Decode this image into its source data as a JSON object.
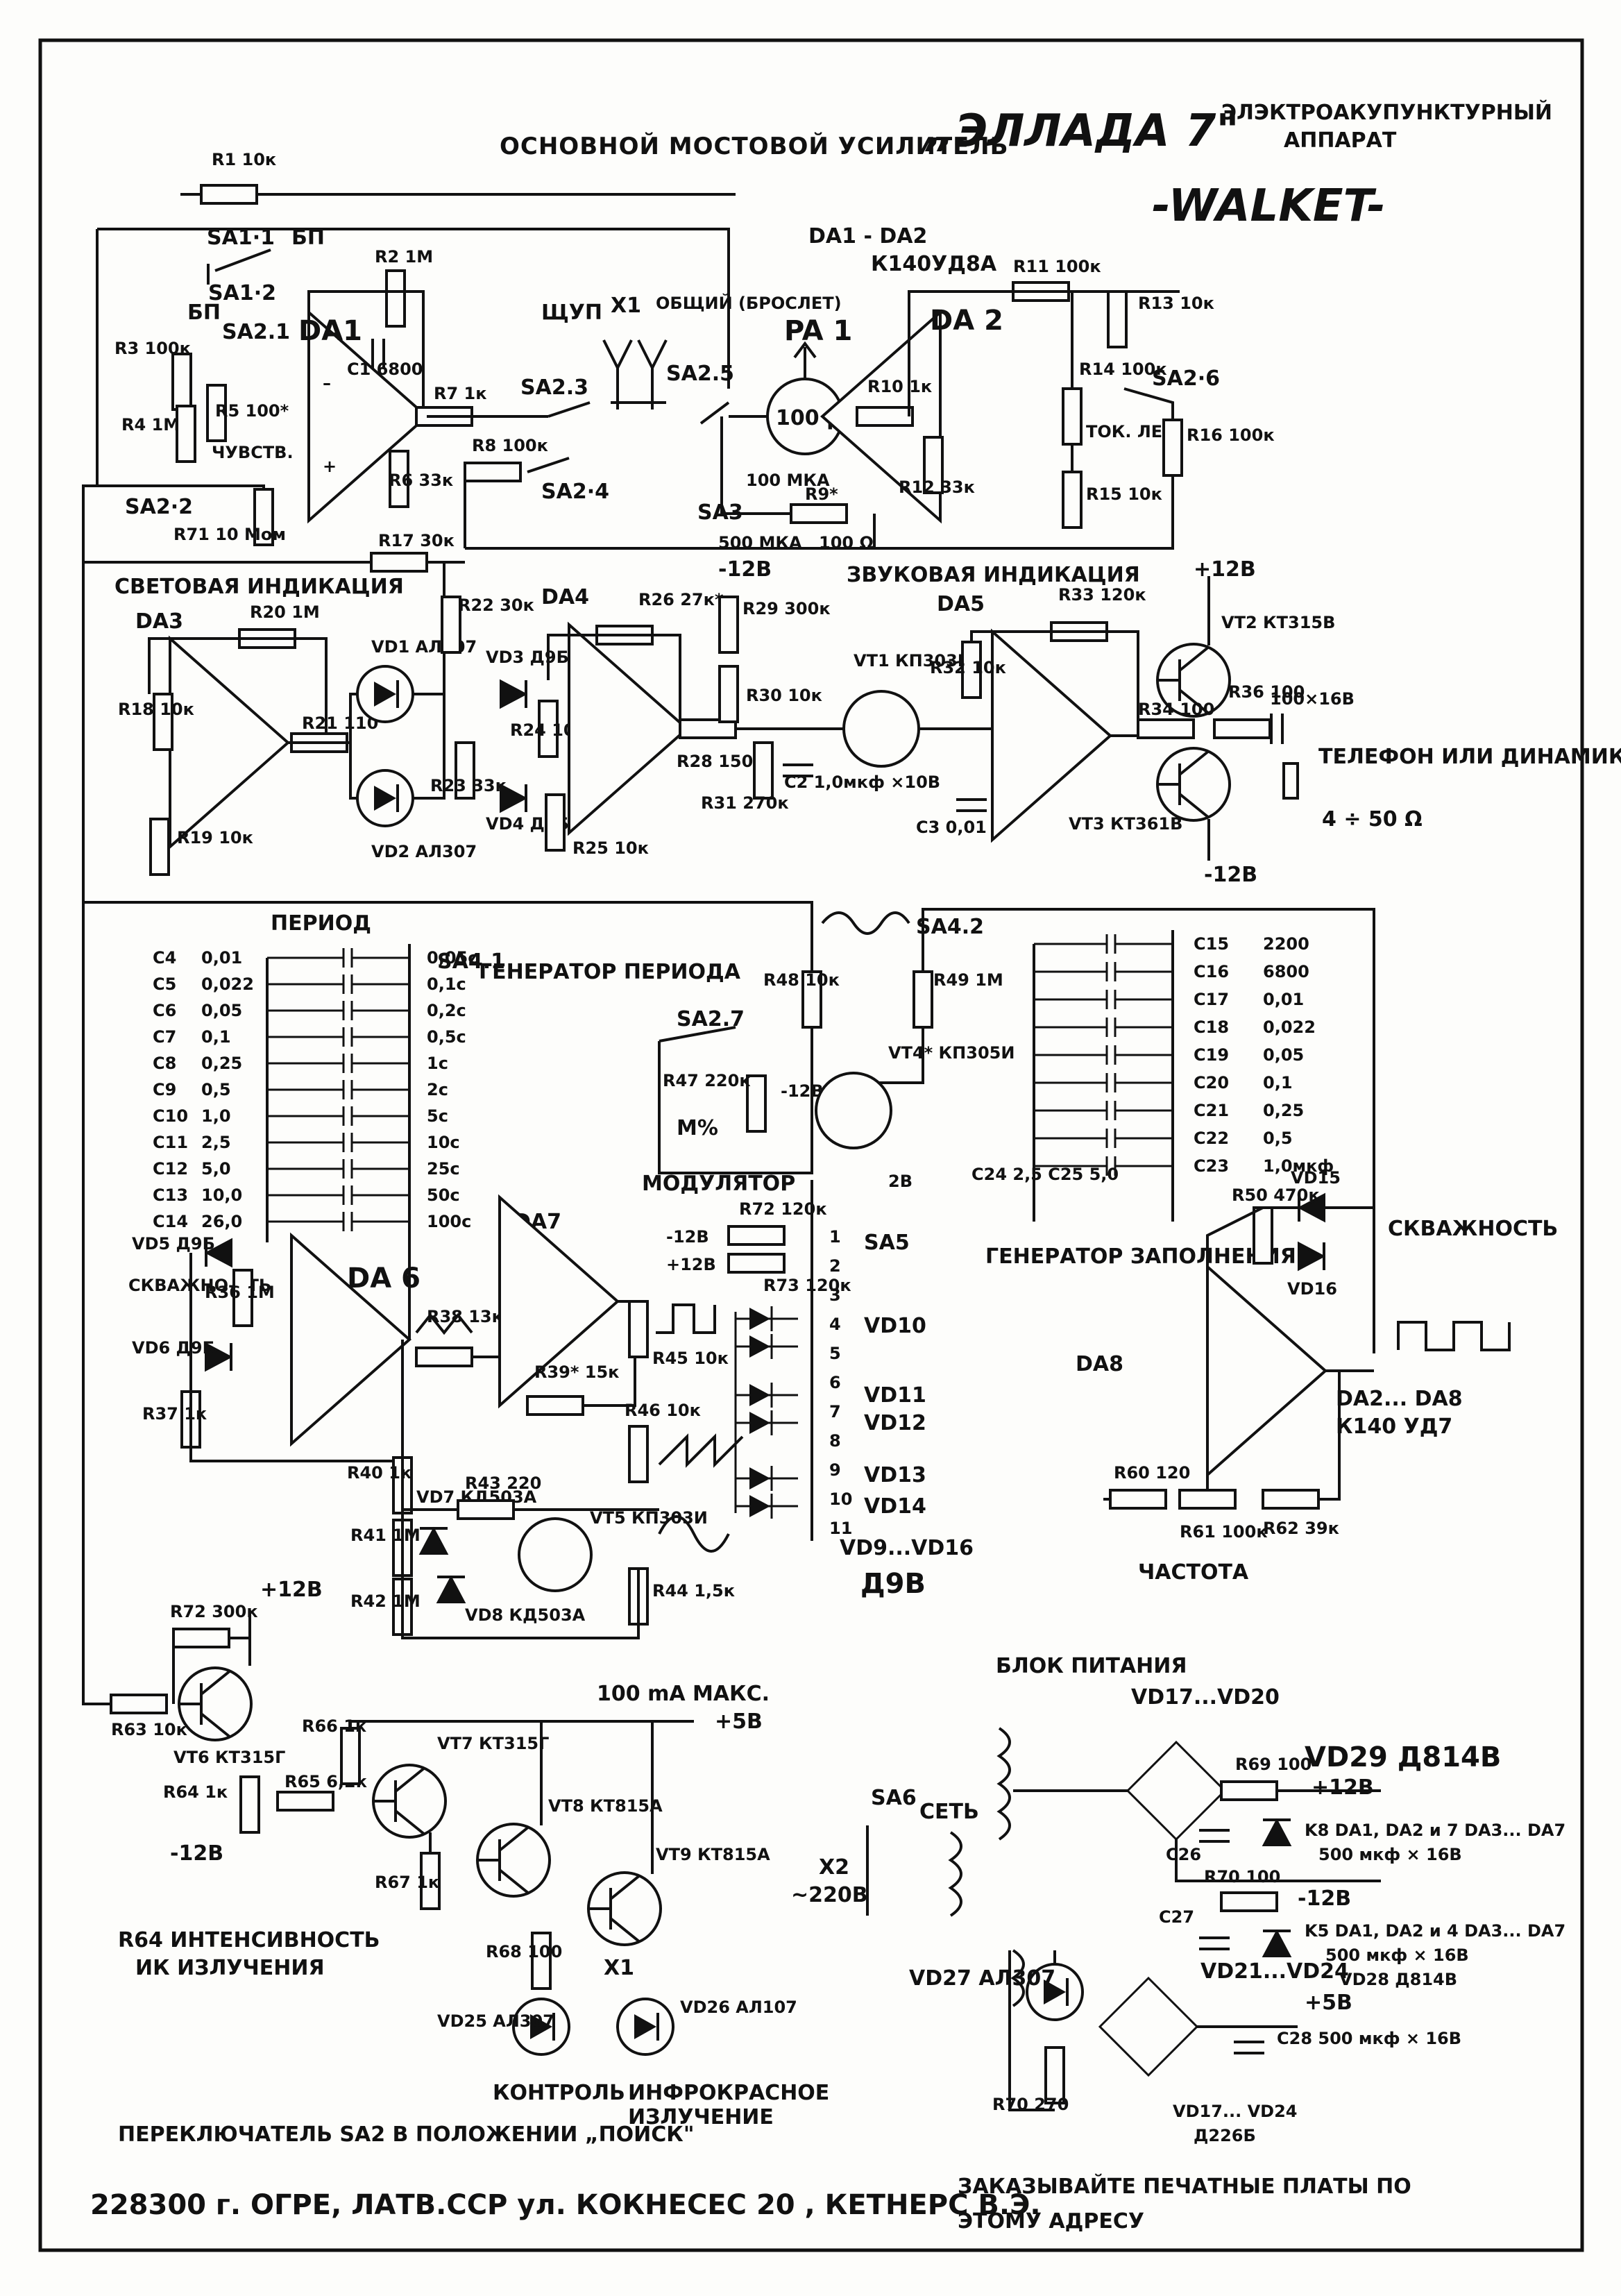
{
  "title": {
    "main": "„ЭЛЛАДА 7\"",
    "subtitle_line1": "ЭЛЭКТРОАКУПУНКТУРНЫЙ",
    "subtitle_line2": "АППАРАТ",
    "brand": "-WALKET-",
    "bridge_amp": "ОСНОВНОЙ МОСТОВОЙ УСИЛИТЕЛЬ"
  },
  "sections": {
    "light": "СВЕТОВАЯ ИНДИКАЦИЯ",
    "sound": "ЗВУКОВАЯ ИНДИКАЦИЯ",
    "period": "ПЕРИОД",
    "period_gen": "ГЕНЕРАТОР ПЕРИОДА",
    "modulator": "МОДУЛЯТОР",
    "fill_gen": "ГЕНЕРАТОР ЗАПОЛНЕНИЯ",
    "duty": "СКВАЖНОСТЬ",
    "duty2": "СКВАЖНО-СТЬ",
    "freq": "ЧАСТОТА",
    "psu": "БЛОК ПИТАНИЯ",
    "phone": "ТЕЛЕФОН ИЛИ ДИНАМИК",
    "phone_ohm": "4 ÷ 50 Ω",
    "ir_intensity1": "R64 ИНТЕНСИВНОСТЬ",
    "ir_intensity2": "ИК ИЗЛУЧЕНИЯ",
    "control": "КОНТРОЛЬ",
    "ir1": "ИНФРОКРАСНОЕ",
    "ir2": "ИЗЛУЧЕНИЕ",
    "max_current": "100 mA МАКС.",
    "sens": "ЧУВСТВ.",
    "tok": "ТОК. ЛЕЧ.",
    "probe": "ЩУП",
    "common": "ОБЩИЙ (БРОСЛЕТ)",
    "net": "СЕТЬ",
    "mpct": "M%"
  },
  "chips": {
    "da1": "DA1",
    "da2": "DA 2",
    "da3": "DA3",
    "da4": "DA4",
    "da5": "DA5",
    "da6": "DA 6",
    "da7": "DA7",
    "da8": "DA8",
    "da12_type_a": "DA1 - DA2",
    "da12_type_b": "К140УД8А",
    "da28_type_a": "DA2... DA8",
    "da28_type_b": "К140 УД7"
  },
  "meter": {
    "name": "PA 1",
    "value": "100 µA"
  },
  "resistors": {
    "R1": "R1 10к",
    "R2": "R2 1М",
    "R3": "R3 100к",
    "R4": "R4 1М",
    "R5": "R5 100*",
    "R6": "R6 33к",
    "R7": "R7 1к",
    "R8": "R8 100к",
    "R9": "R9*",
    "R10": "R10 1к",
    "R11": "R11 100к",
    "R12": "R12 33к",
    "R13": "R13 10к",
    "R14": "R14 100к",
    "R15": "R15 10к",
    "R16": "R16 100к",
    "R17": "R17 30к",
    "R18": "R18 10к",
    "R19": "R19 10к",
    "R20": "R20 1М",
    "R21": "R21 110",
    "R22": "R22 30к",
    "R23": "R23 33к",
    "R24": "R24 10к",
    "R25": "R25 10к",
    "R26": "R26 27к*",
    "R28": "R28 150к",
    "R29": "R29 300к",
    "R30": "R30 10к",
    "R31": "R31 270к",
    "R32": "R32 10к",
    "R33": "R33 120к",
    "R34": "R34 100",
    "R36": "R36 100",
    "R36b": "R36 1М",
    "R37": "R37 1к",
    "R38": "R38 13к",
    "R39": "R39* 15к",
    "R40": "R40 1к",
    "R41": "R41 1М",
    "R42": "R42 1М",
    "R43": "R43 220",
    "R44": "R44 1,5к",
    "R45": "R45 10к",
    "R46": "R46 10к",
    "R47": "R47 220к",
    "R48": "R48 10к",
    "R49": "R49 1М",
    "R50": "R50 470к",
    "R60": "R60 120",
    "R61": "R61 100к",
    "R62": "R62 39к",
    "R63": "R63 10к",
    "R64": "R64 1к",
    "R65": "R65 6,2к",
    "R66": "R66 1к",
    "R67": "R67 1к",
    "R68": "R68 100",
    "R69": "R69 100",
    "R70": "R70 100",
    "R70b": "R70 270",
    "R71": "R71 10 Мом",
    "R72a": "R72 120к",
    "R73": "R73 120к",
    "R72b": "R72 300к"
  },
  "caps": {
    "C1": "C1 6800",
    "C2": "C2 1,0мкф ×10В",
    "C3": "C3 0,01",
    "C26": "C26",
    "C27": "C27",
    "C28": "C28 500 мкф × 16В",
    "out_cap": "100×16В"
  },
  "period_caps": [
    {
      "name": "C4",
      "val": "0,01",
      "time": "0,05с"
    },
    {
      "name": "C5",
      "val": "0,022",
      "time": "0,1с"
    },
    {
      "name": "C6",
      "val": "0,05",
      "time": "0,2с"
    },
    {
      "name": "C7",
      "val": "0,1",
      "time": "0,5с"
    },
    {
      "name": "C8",
      "val": "0,25",
      "time": "1с"
    },
    {
      "name": "C9",
      "val": "0,5",
      "time": "2с"
    },
    {
      "name": "C10",
      "val": "1,0",
      "time": "5с"
    },
    {
      "name": "C11",
      "val": "2,5",
      "time": "10с"
    },
    {
      "name": "C12",
      "val": "5,0",
      "time": "25с"
    },
    {
      "name": "C13",
      "val": "10,0",
      "time": "50с"
    },
    {
      "name": "C14",
      "val": "26,0",
      "time": "100с"
    }
  ],
  "fill_caps": [
    {
      "name": "C15",
      "val": "2200"
    },
    {
      "name": "C16",
      "val": "6800"
    },
    {
      "name": "C17",
      "val": "0,01"
    },
    {
      "name": "C18",
      "val": "0,022"
    },
    {
      "name": "C19",
      "val": "0,05"
    },
    {
      "name": "C20",
      "val": "0,1"
    },
    {
      "name": "C21",
      "val": "0,25"
    },
    {
      "name": "C22",
      "val": "0,5"
    },
    {
      "name": "C23",
      "val": "1,0мкф"
    }
  ],
  "fill_caps_extra": "C24 2,5  C25 5,0",
  "switches": {
    "SA11": "SA1·1",
    "SA12": "SA1·2",
    "SA21": "SA2.1",
    "SA22": "SA2·2",
    "SA23": "SA2.3",
    "SA24": "SA2·4",
    "SA25": "SA2.5",
    "SA26": "SA2·6",
    "SA27": "SA2.7",
    "SA3": "SA3",
    "SA41": "SA4.1",
    "SA42": "SA4.2",
    "SA5": "SA5",
    "SA6": "SA6",
    "BP": "БП",
    "BP2": "БП",
    "SA3_a": "100 МКА",
    "SA3_b": "500 МКА",
    "R9_ohm": "100 Ω"
  },
  "transistors": {
    "VT1": "VT1 КП303Б",
    "VT2": "VT2 КТ315В",
    "VT3": "VT3 КТ361В",
    "VT4": "VT4* КП305И",
    "VT5": "VT5 КП303И",
    "VT6": "VT6 КТ315Г",
    "VT7": "VT7 КТ315Г",
    "VT8": "VT8 КТ815А",
    "VT9": "VT9 КТ815А"
  },
  "diodes": {
    "VD1": "VD1 АЛ307",
    "VD2": "VD2 АЛ307",
    "VD3": "VD3 Д9Б",
    "VD4": "VD4 Д9Б",
    "VD5": "VD5 Д9Б",
    "VD6": "VD6 Д9Б",
    "VD7": "VD7 КД503А",
    "VD8": "VD8 КД503А",
    "VD9_16": "VD9...VD16",
    "VD9_16_t": "Д9В",
    "VD10": "VD10",
    "VD11": "VD11",
    "VD12": "VD12",
    "VD13": "VD13",
    "VD14": "VD14",
    "VD15": "VD15",
    "VD16": "VD16",
    "VD17_20": "VD17...VD20",
    "VD21_24": "VD21...VD24",
    "VD17_24": "VD17... VD24",
    "VD17_24_t": "Д226Б",
    "VD25": "VD25 АЛ307",
    "VD26": "VD26 АЛ107",
    "VD27": "VD27 АЛ307",
    "VD28": "VD28 Д814В",
    "VD29": "VD29 Д814В"
  },
  "supply": {
    "p12": "+12В",
    "m12": "-12В",
    "p5": "+5В",
    "mains": "~220В",
    "x2": "X2",
    "k8": "K8 DA1, DA2 и 7 DA3... DA7",
    "k8c": "500 мкф × 16В",
    "k5": "K5 DA1, DA2 и 4 DA3... DA7",
    "k5c": "500 мкф × 16В"
  },
  "sa5_positions": [
    "1",
    "2",
    "3",
    "4",
    "5",
    "6",
    "7",
    "8",
    "9",
    "10",
    "11"
  ],
  "misc": {
    "x1": "X1",
    "x1b": "X1",
    "pin2b": "2В",
    "m12b": "-12В"
  },
  "footer": {
    "switch_note": "ПЕРЕКЛЮЧАТЕЛЬ SA2 В ПОЛОЖЕНИИ „ПОИСК\"",
    "address": "228300 г. ОГРЕ, ЛАТВ.ССР  ул. КОКНЕСЕС 20 , КЕТНЕРС В.Э.",
    "order1": "ЗАКАЗЫВАЙТЕ ПЕЧАТНЫЕ ПЛАТЫ ПО",
    "order2": "ЭТОМУ АДРЕСУ"
  }
}
